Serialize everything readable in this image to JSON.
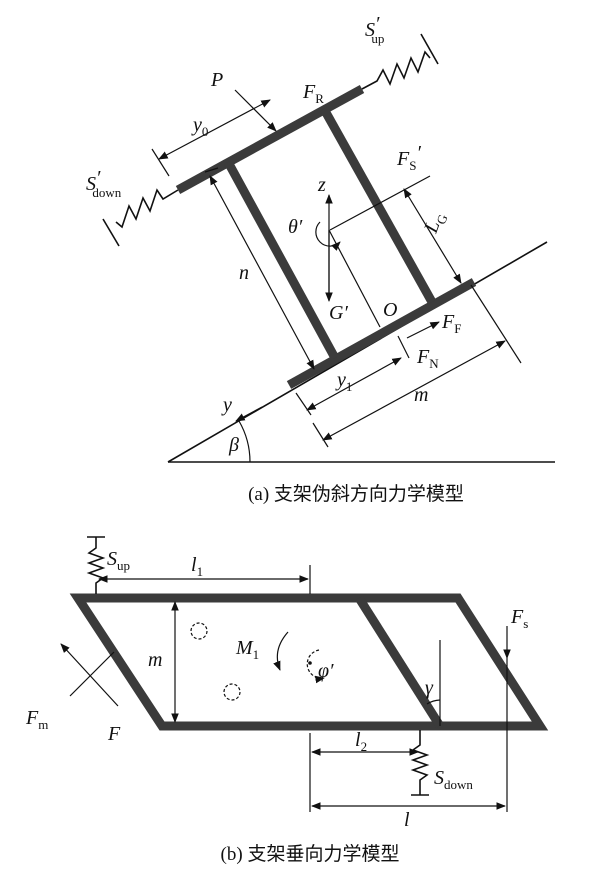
{
  "diagram_a": {
    "labels": {
      "P": "P",
      "F_R": "F",
      "F_R_sub": "R",
      "S_up": "S",
      "S_up_sub": "up",
      "prime": "′",
      "y0": "y",
      "y0_sub": "0",
      "S_down": "S",
      "S_down_sub": "down",
      "F_S": "F",
      "F_S_sub": "S",
      "z": "z",
      "theta": "θ′",
      "L_G": "L",
      "L_G_sub": "G",
      "n": "n",
      "G": "G′",
      "O": "O",
      "F_F": "F",
      "F_F_sub": "F",
      "F_N": "F",
      "F_N_sub": "N",
      "y1": "y",
      "y1_sub": "1",
      "m": "m",
      "y": "y",
      "beta": "β"
    },
    "caption": "(a) 支架伪斜方向力学模型"
  },
  "diagram_b": {
    "labels": {
      "S_up": "S",
      "S_up_sub": "up",
      "l1": "l",
      "l1_sub": "1",
      "F_s": "F",
      "F_s_sub": "s",
      "m": "m",
      "M1": "M",
      "M1_sub": "1",
      "phi": "φ′",
      "gamma": "γ",
      "F_m": "F",
      "F_m_sub": "m",
      "F": "F",
      "l2": "l",
      "l2_sub": "2",
      "S_down": "S",
      "S_down_sub": "down",
      "l": "l"
    },
    "caption": "(b) 支架垂向力学模型"
  }
}
